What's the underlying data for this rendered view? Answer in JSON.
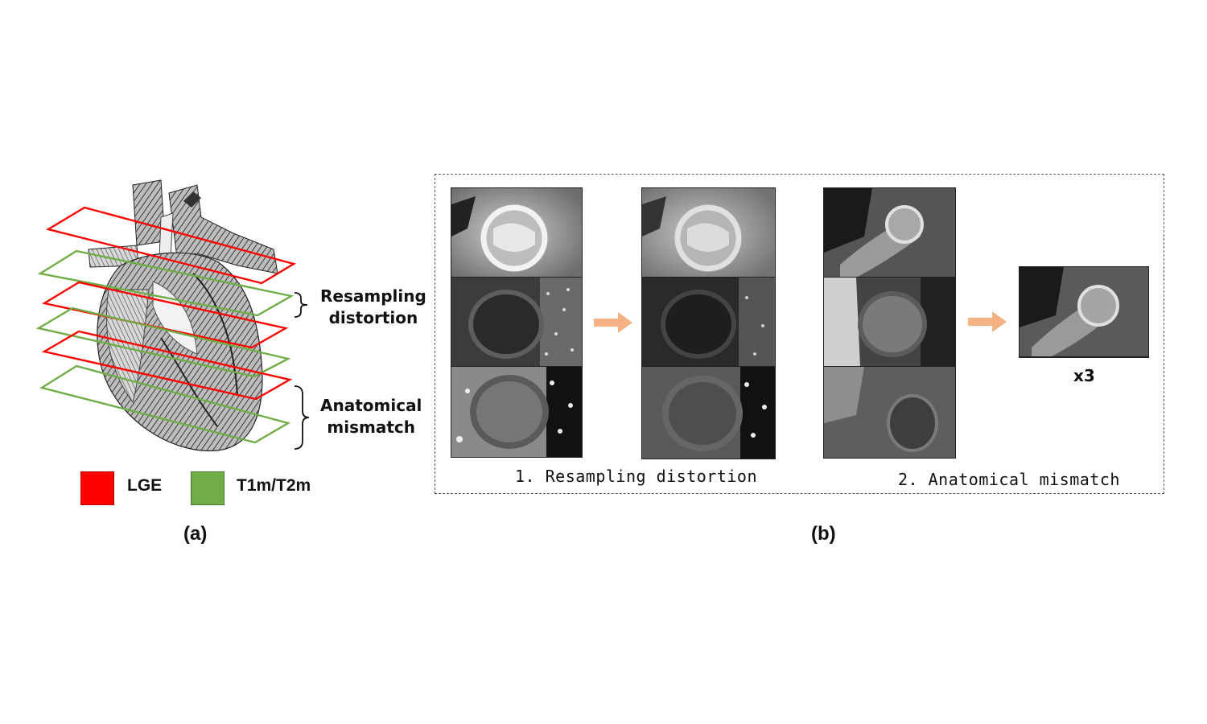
{
  "panel_a": {
    "label": "(a)",
    "annotations": [
      "Resampling\ndistortion",
      "Anatomical\nmismatch"
    ],
    "legend": [
      {
        "label": "LGE",
        "color": "#ff0000"
      },
      {
        "label": "T1m/T2m",
        "color": "#70ad47"
      }
    ]
  },
  "panel_b": {
    "label": "(b)",
    "captions": [
      "1. Resampling distortion",
      "2. Anatomical mismatch"
    ],
    "multiplier": "x3",
    "arrow_color": "#f4b183"
  }
}
